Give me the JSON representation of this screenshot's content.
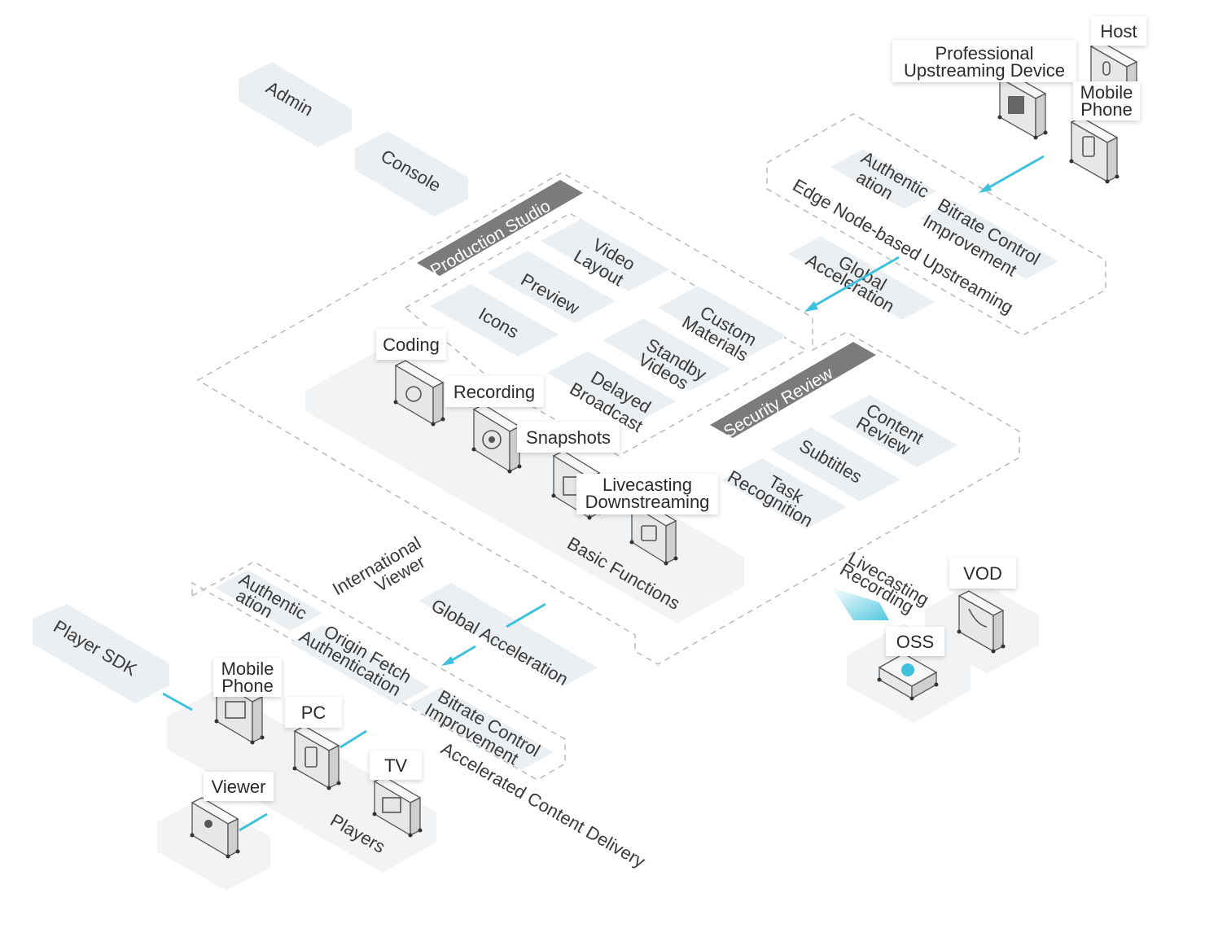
{
  "zones": {
    "admin": "Admin",
    "console": "Console",
    "player_sdk": "Player SDK"
  },
  "production_studio": {
    "title": "Production Studio",
    "items": {
      "video_layout": [
        "Video",
        "Layout"
      ],
      "preview": "Preview",
      "icons": "Icons",
      "custom_materials": [
        "Custom",
        "Materials"
      ],
      "standby_videos": [
        "Standby",
        "Videos"
      ],
      "delayed_broadcast": [
        "Delayed",
        "Broadcast"
      ]
    }
  },
  "basic_functions": {
    "title": "Basic Functions",
    "devices": {
      "coding": "Coding",
      "recording": "Recording",
      "snapshots": "Snapshots",
      "livecasting": [
        "Livecasting",
        "Downstreaming"
      ]
    }
  },
  "security_review": {
    "title": "Security Review",
    "items": {
      "content_review": [
        "Content",
        "Review"
      ],
      "subtitles": "Subtitles",
      "task_recognition": [
        "Task",
        "Recognition"
      ]
    }
  },
  "edge_upstreaming": {
    "title": "Edge Node-based Upstreaming",
    "items": {
      "authentication": [
        "Authentic",
        "ation"
      ],
      "bitrate": [
        "Bitrate Control",
        "Improvement"
      ],
      "global_acceleration": [
        "Global",
        "Acceleration"
      ]
    }
  },
  "sources": {
    "host": "Host",
    "professional_device": [
      "Professional",
      "Upstreaming Device"
    ],
    "mobile_phone": [
      "Mobile",
      "Phone"
    ]
  },
  "storage": {
    "flow_label": [
      "Livecasting",
      "Recording"
    ],
    "vod": "VOD",
    "oss": "OSS"
  },
  "delivery": {
    "title": "Accelerated Content Delivery",
    "international_viewer": [
      "International",
      "Viewer"
    ],
    "authentication": [
      "Authentic",
      "ation"
    ],
    "origin_fetch": [
      "Origin Fetch",
      "Authentication"
    ],
    "global_acceleration": "Global Acceleration",
    "bitrate": [
      "Bitrate Control",
      "Improvement"
    ]
  },
  "players": {
    "title": "Players",
    "mobile_phone": [
      "Mobile",
      "Phone"
    ],
    "pc": "PC",
    "tv": "TV",
    "viewer": "Viewer"
  },
  "colors": {
    "arrow": "#3ec1dd",
    "header_bar": "#7b7b7b",
    "tile": "#eceff2"
  }
}
